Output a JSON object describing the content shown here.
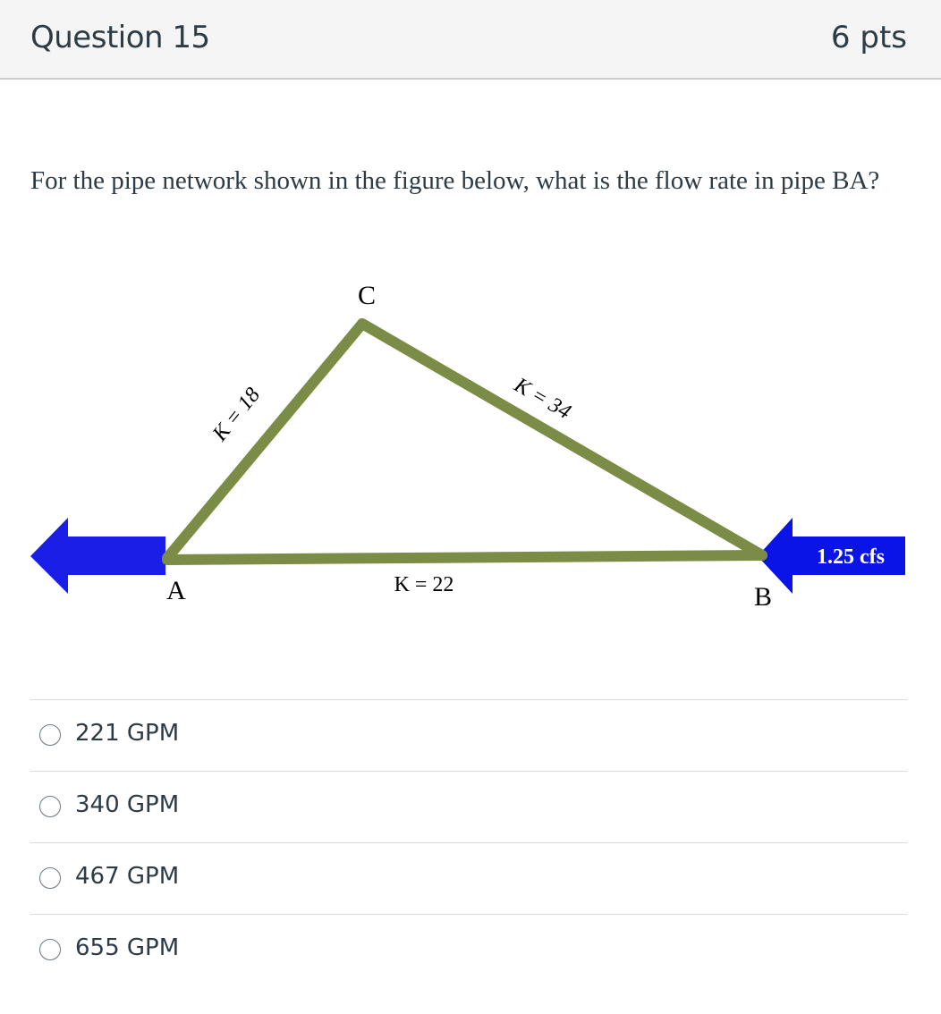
{
  "question": {
    "title": "Question 15",
    "points": "6 pts",
    "prompt": "For the pipe network shown in the figure below, what is the flow rate in pipe BA?"
  },
  "figure": {
    "nodes": {
      "a": "A",
      "b": "B",
      "c": "C"
    },
    "pipes": {
      "ac": "K = 18",
      "cb": "K = 34",
      "ab": "K = 22"
    },
    "inflow_label": "1.25 cfs",
    "colors": {
      "pipe": "#7a8c45",
      "arrow": "#1a1ee6",
      "inflow_arrow": "#0a14e6"
    }
  },
  "answers": [
    {
      "label": "221 GPM"
    },
    {
      "label": "340 GPM"
    },
    {
      "label": "467 GPM"
    },
    {
      "label": "655 GPM"
    }
  ]
}
